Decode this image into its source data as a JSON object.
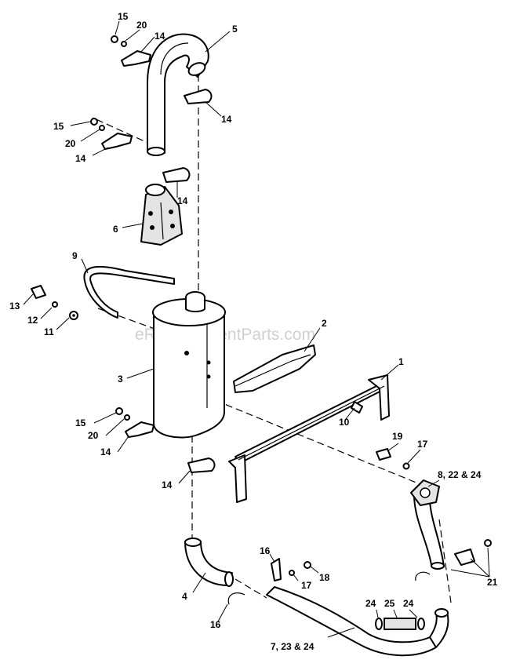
{
  "watermark": "eReplacementParts.com",
  "callouts": {
    "c1": "1",
    "c2": "2",
    "c3": "3",
    "c4": "4",
    "c5": "5",
    "c6": "6",
    "c7": "7, 23 & 24",
    "c8": "8, 22 & 24",
    "c9": "9",
    "c10": "10",
    "c11": "11",
    "c12": "12",
    "c13": "13",
    "c14a": "14",
    "c14b": "14",
    "c14c": "14",
    "c14d": "14",
    "c14e": "14",
    "c14f": "14",
    "c15a": "15",
    "c15b": "15",
    "c15c": "15",
    "c16a": "16",
    "c16b": "16",
    "c17a": "17",
    "c17b": "17",
    "c18": "18",
    "c19": "19",
    "c20a": "20",
    "c20b": "20",
    "c20c": "20",
    "c21": "21",
    "c24a": "24",
    "c25": "25",
    "c24b": "24"
  }
}
